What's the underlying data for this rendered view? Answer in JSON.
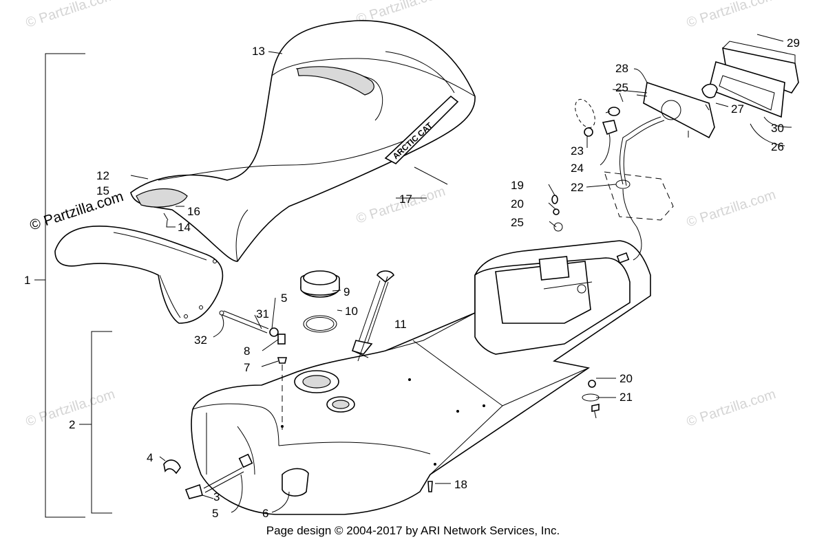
{
  "watermark": "© Partzilla.com",
  "footer": "Page design © 2004-2017 by ARI Network Services, Inc.",
  "seat_logo": "ARCTIC CAT",
  "callouts": {
    "c1": "1",
    "c2": "2",
    "c3": "3",
    "c4": "4",
    "c5a": "5",
    "c5b": "5",
    "c6": "6",
    "c7": "7",
    "c8": "8",
    "c9": "9",
    "c10": "10",
    "c11": "11",
    "c12": "12",
    "c13": "13",
    "c14": "14",
    "c15": "15",
    "c16": "16",
    "c17": "17",
    "c18": "18",
    "c19": "19",
    "c20a": "20",
    "c20b": "20",
    "c21": "21",
    "c22": "22",
    "c23": "23",
    "c24": "24",
    "c25a": "25",
    "c25b": "25",
    "c26": "26",
    "c27": "27",
    "c28": "28",
    "c29": "29",
    "c30": "30",
    "c31": "31",
    "c32": "32"
  }
}
